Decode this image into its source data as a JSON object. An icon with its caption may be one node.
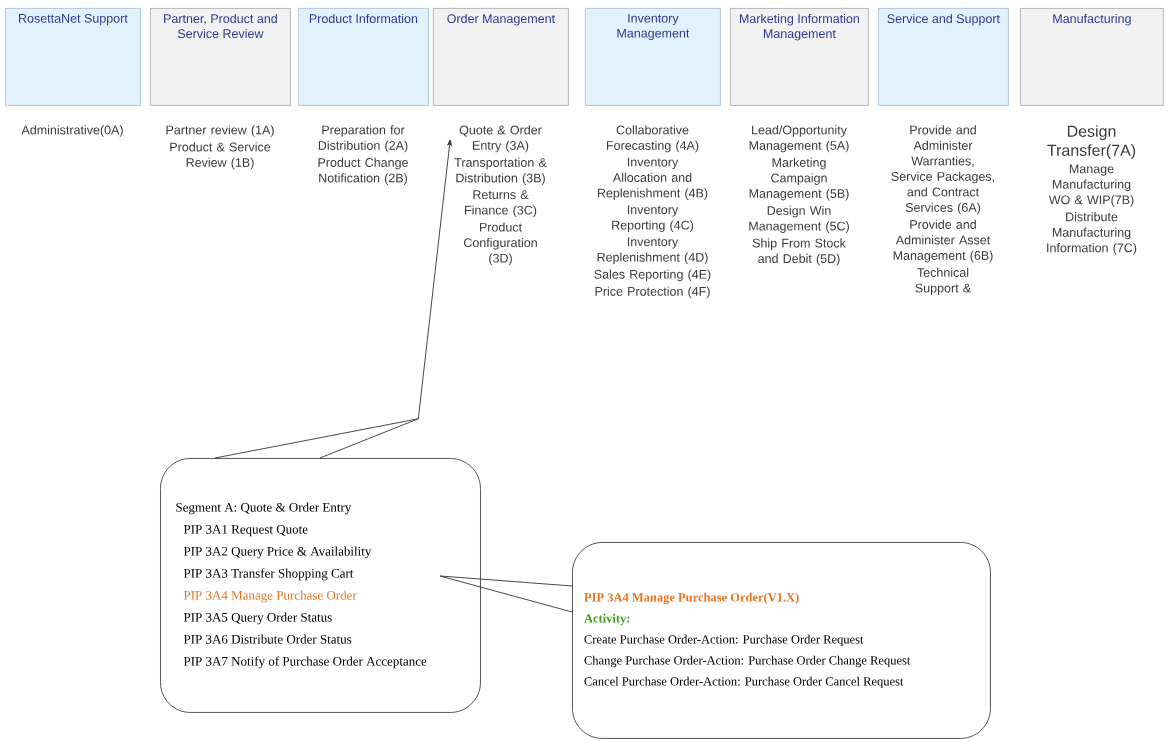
{
  "diagram": {
    "nodes": [
      {
        "text": [
          "RosettaNet Support"
        ]
      },
      {
        "text": [
          "Partner, Product and Service Review"
        ]
      },
      {
        "text": [
          "Product Information"
        ]
      },
      {
        "text": [
          "Order Management"
        ]
      },
      {
        "text": [
          "Inventory Management"
        ]
      },
      {
        "text": [
          "Marketing Information Management"
        ]
      },
      {
        "text": [
          "Service and Support"
        ]
      },
      {
        "text": [
          "Manufacturing"
        ]
      },
      {
        "text": [
          "Quote & Order Entry (3A)"
        ]
      },
      {
        "text": [
          "Segment A: Quote & Order Entry",
          "PIP 3A1 Request Quote",
          "PIP 3A2 Query Price & Availability",
          "PIP 3A3 Transfer Shopping Cart",
          "PIP 3A4 Manage Purchase Order",
          "PIP 3A5 Query Order Status",
          "PIP 3A6 Distribute Order Status",
          "PIP 3A7 Notify of Purchase Order Acceptance"
        ]
      },
      {
        "text": [
          "PIP 3A4 Manage Purchase Order(V1.X)",
          "Activity:",
          "Create Purchase Order-Action: Purchase Order Request",
          "Change Purchase Order-Action: Purchase Order Change Request",
          "Cancel Purchase Order-Action: Purchase Order Cancel Request"
        ]
      }
    ],
    "edges": [
      {
        "from": 9,
        "to": 8,
        "arrow": "to"
      },
      {
        "from": 10,
        "to": 9,
        "arrow": "none"
      }
    ],
    "labels": [
      "Administrative(0A)",
      "Partner review (1A)",
      "Product & Service Review (1B)",
      "Preparation for Distribution (2A)",
      "Product Change Notification (2B)",
      "Transportation & Distribution (3B)",
      "Returns & Finance (3C)",
      "Product Configuration (3D)",
      "Collaborative Forecasting (4A)",
      "Inventory Allocation and Replenishment (4B)",
      "Inventory Reporting (4C)",
      "Inventory Replenishment (4D)",
      "Sales Reporting (4E)",
      "Price Protection (4F)",
      "Lead/Opportunity Management (5A)",
      "Marketing Campaign Management (5B)",
      "Design Win Management (5C)",
      "Ship From Stock and Debit (5D)",
      "Provide and Administer Warranties, Service Packages, and Contract Services (6A)",
      "Provide and Administer Asset Management (6B)",
      "Technical Support &",
      "Design Transfer(7A)",
      "Manage Manufacturing WO & WIP(7B)",
      "Distribute Manufacturing Information (7C)"
    ]
  }
}
